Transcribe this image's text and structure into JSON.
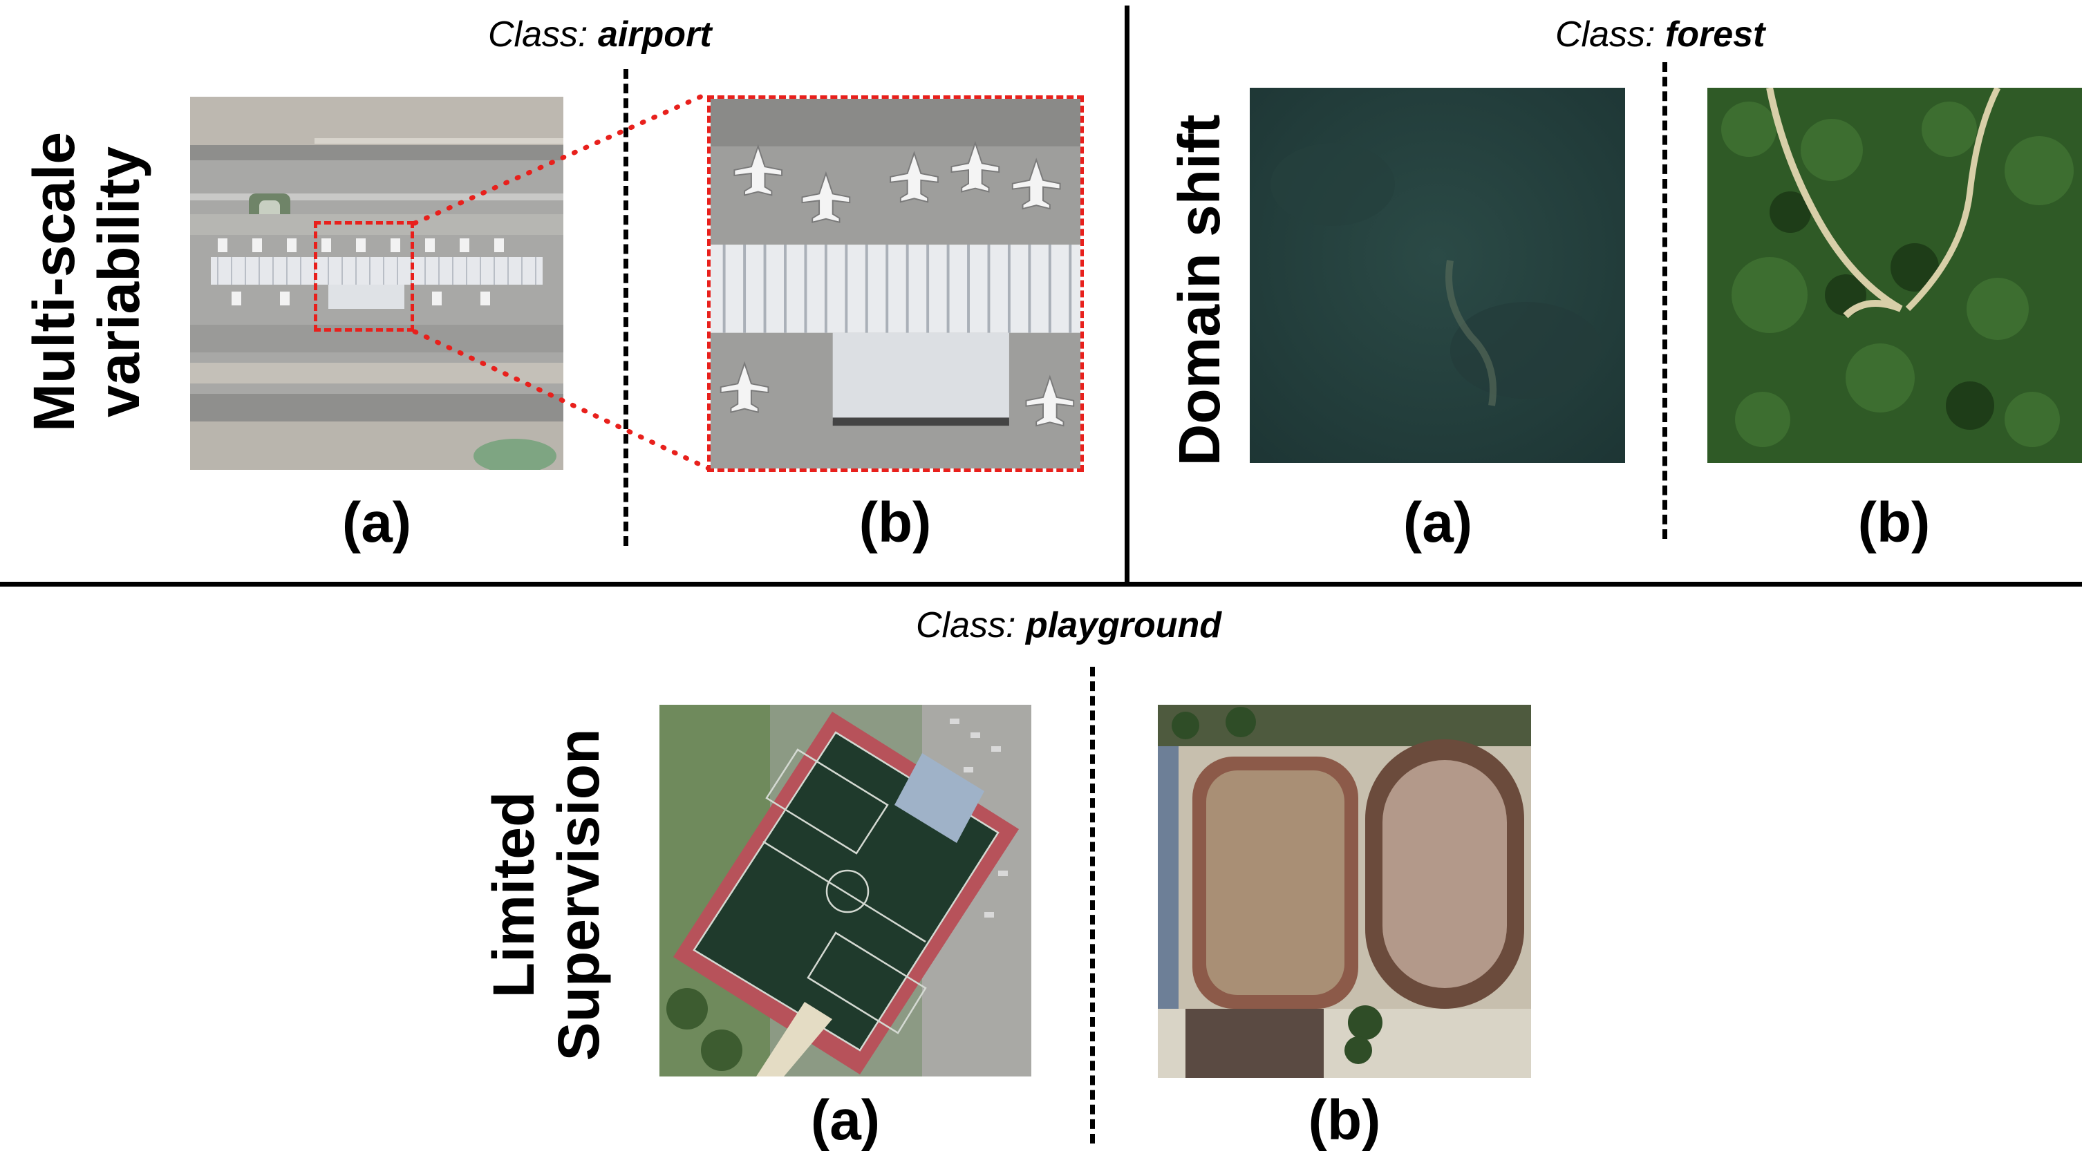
{
  "panels": {
    "top_left": {
      "row_label": "Multi-scale\nvariability",
      "class_prefix": "Class:",
      "class_name": "airport",
      "sub_a": "(a)",
      "sub_b": "(b)"
    },
    "top_right": {
      "row_label": "Domain shift",
      "class_prefix": "Class:",
      "class_name": "forest",
      "sub_a": "(a)",
      "sub_b": "(b)"
    },
    "bottom": {
      "row_label": "Limited\nSupervision",
      "class_prefix": "Class:",
      "class_name": "playground",
      "sub_a": "(a)",
      "sub_b": "(b)"
    }
  },
  "colors": {
    "zoom_box": "#e8201c",
    "divider": "#000000"
  }
}
